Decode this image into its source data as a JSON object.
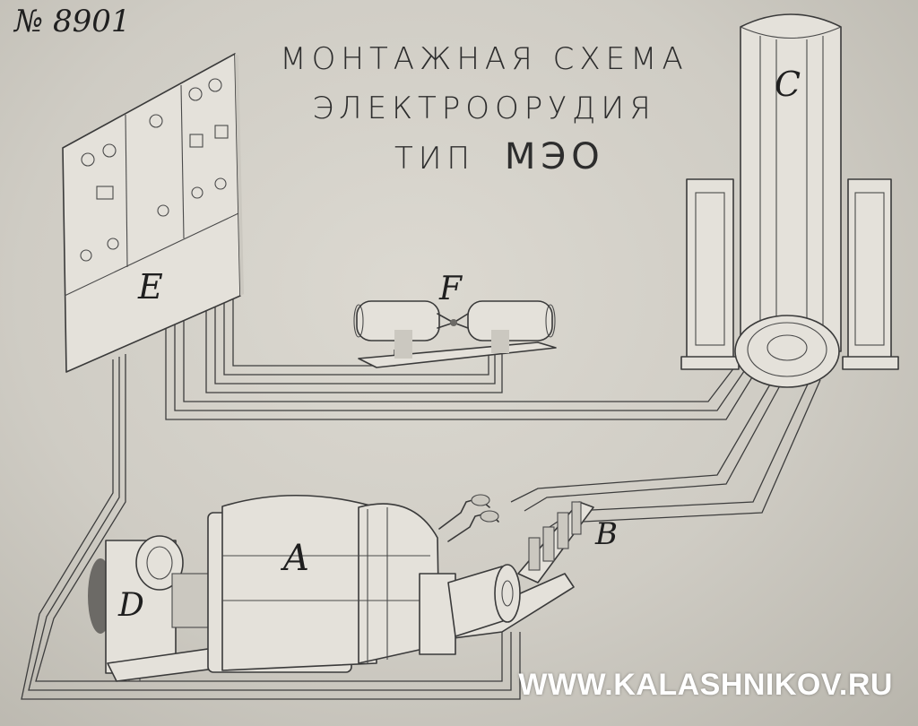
{
  "doc_number": "№ 8901",
  "title": {
    "line1": "МОНТАЖНАЯ СХЕМА",
    "line2": "ЭЛЕКТРООРУДИЯ",
    "line3_prefix": "ТИП",
    "line3_model": "МЭО"
  },
  "labels": {
    "a": "A",
    "b": "B",
    "c": "C",
    "d": "D",
    "e": "E",
    "f": "F"
  },
  "watermark": "WWW.KALASHNIKOV.RU",
  "colors": {
    "paper": "#d8d5ce",
    "ink": "#3a3a3a",
    "watermark": "#ffffff"
  }
}
